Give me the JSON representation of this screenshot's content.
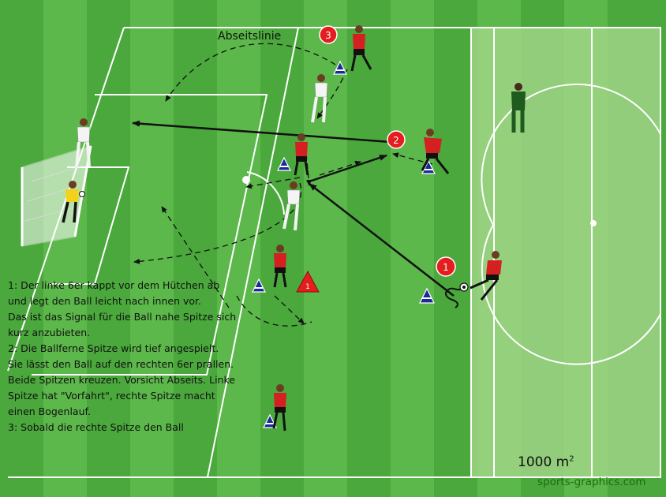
{
  "labels": {
    "offside_line": "Abseitslinie",
    "area_value": "1000 m",
    "area_exponent": "2",
    "credit": "sports-graphics.com"
  },
  "markers": [
    "1",
    "2",
    "3"
  ],
  "description": [
    "1: Der linke 6er kappt vor dem Hütchen ab und legt den Ball leicht nach innen vor.",
    "Das ist das Signal für die Ball nahe Spitze sich kurz anzubieten.",
    "2: Die Ballferne Spitze wird tief angespielt. Sie lässt den Ball auf den rechten 6er prallen. Beide Spitzen kreuzen. Vorsicht Abseits. Linke Spitze hat \"Vorfahrt\", rechte Spitze macht einen Bogenlauf.",
    "3: Sobald die rechte Spitze den Ball"
  ],
  "colors": {
    "grass_dark": "#4aa83c",
    "grass_light": "#5cb84a",
    "grass_pale": "#9fd486",
    "lines": "#ffffff",
    "red_team": "#d42020",
    "marker_red": "#e41e1e",
    "cone_blue": "#1a2a9a",
    "goalkeeper_yellow": "#f2d21a",
    "referee_green": "#1f5a1f"
  },
  "icons": [
    "goal-icon",
    "cone-icon",
    "ball-icon",
    "marker-triangle-icon",
    "player-icon",
    "referee-icon",
    "goalkeeper-icon"
  ]
}
